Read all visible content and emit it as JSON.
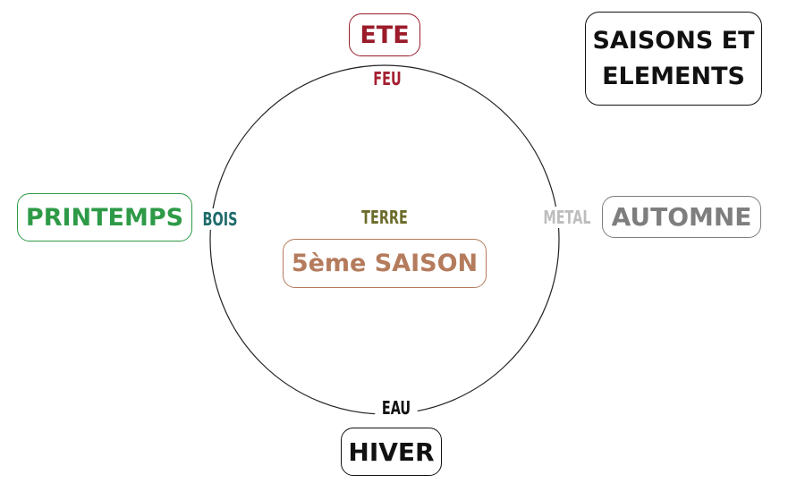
{
  "title": {
    "line1": "SAISONS ET",
    "line2": "ELEMENTS"
  },
  "seasons": {
    "ete": "ETE",
    "printemps": "PRINTEMPS",
    "automne": "AUTOMNE",
    "hiver": "HIVER",
    "cinquieme": "5ème SAISON"
  },
  "elements": {
    "feu": "FEU",
    "bois": "BOIS",
    "metal": "METAL",
    "eau": "EAU",
    "terre": "TERRE"
  },
  "colors": {
    "ete": "#9b1b2a",
    "printemps": "#2e9a47",
    "automne": "#7e7e7e",
    "hiver": "#111111",
    "cinquieme": "#b47b5c",
    "feu": "#a52032",
    "bois": "#1f6b6b",
    "metal": "#bdbdbd",
    "eau": "#111111",
    "terre": "#6b6b2a",
    "ring": "#222222"
  }
}
